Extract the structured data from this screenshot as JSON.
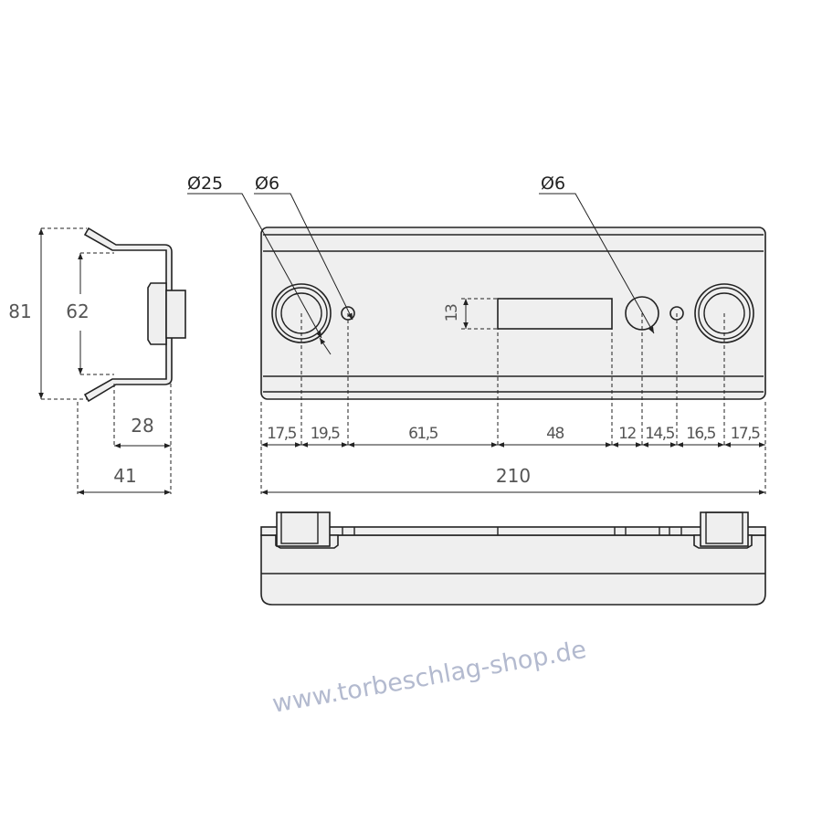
{
  "side_view": {
    "height_total": "81",
    "height_inner": "62",
    "depth_inner": "28",
    "depth_total": "41"
  },
  "front_view": {
    "diameter_labels": [
      "Ø25",
      "Ø6",
      "Ø6"
    ],
    "slot_height": "13",
    "segment_dims": [
      "17,5",
      "19,5",
      "61,5",
      "48",
      "12",
      "14,5",
      "16,5",
      "17,5"
    ],
    "total_length": "210"
  },
  "watermark": "www.torbeschlag-shop.de",
  "colors": {
    "part_fill": "#efefef",
    "line": "#222222",
    "text": "#555555"
  }
}
